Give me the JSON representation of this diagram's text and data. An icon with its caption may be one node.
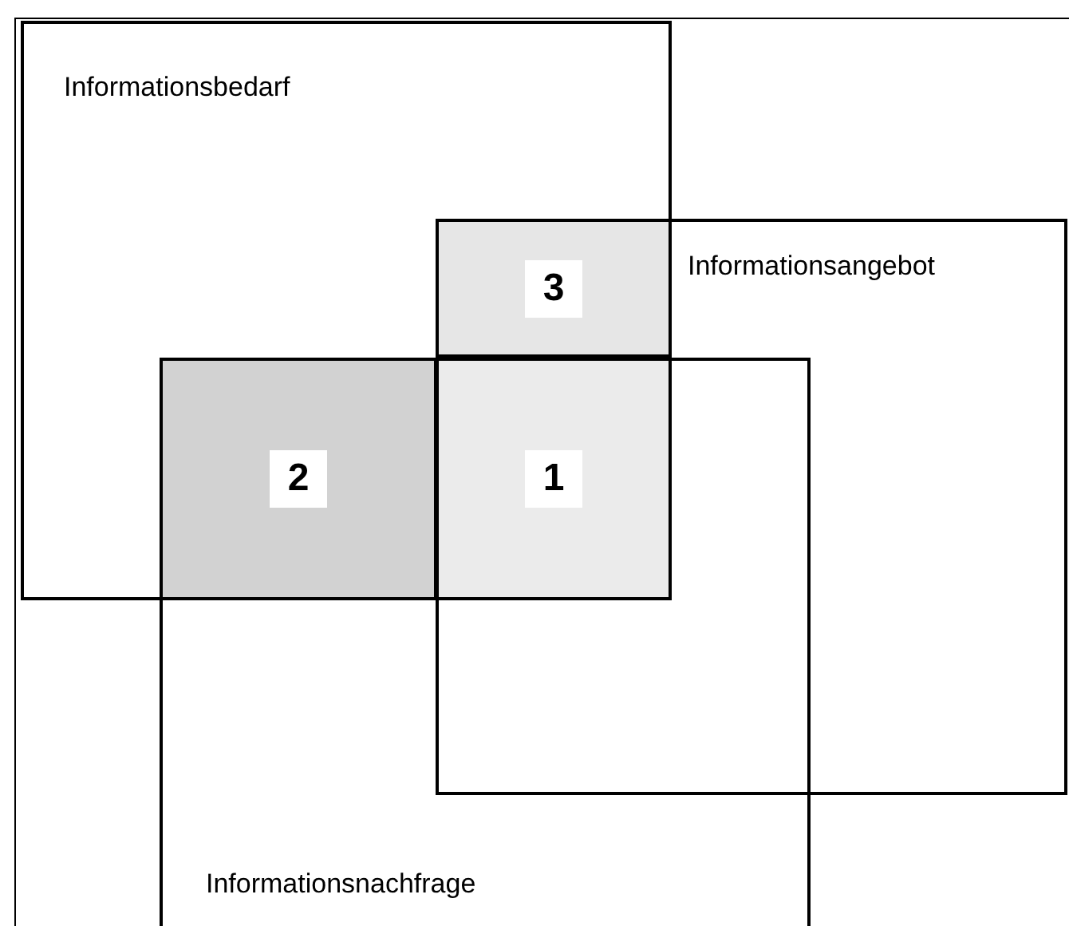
{
  "diagram": {
    "nodes": [
      {
        "text": [
          "Informationsbedarf"
        ]
      },
      {
        "text": [
          "Informationsangebot"
        ]
      },
      {
        "text": [
          "Informationsnachfrage"
        ]
      },
      {
        "text": [
          "3"
        ]
      },
      {
        "text": [
          "2"
        ]
      },
      {
        "text": [
          "1"
        ]
      }
    ]
  }
}
